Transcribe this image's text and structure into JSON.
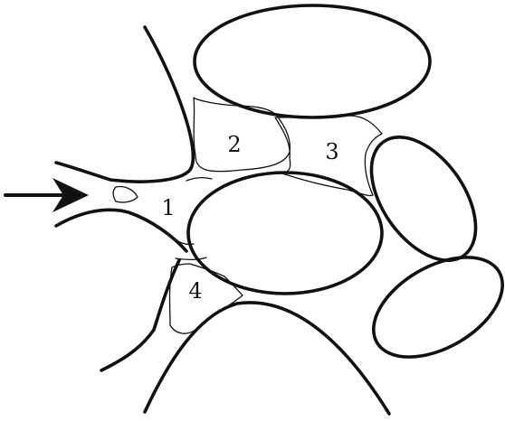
{
  "diagram": {
    "labels": {
      "region_1": "1",
      "region_2": "2",
      "region_3": "3",
      "region_4": "4"
    },
    "colors": {
      "line": "#111111",
      "background": "#ffffff"
    },
    "icons": {
      "flow_direction": "right-arrow-icon"
    }
  }
}
